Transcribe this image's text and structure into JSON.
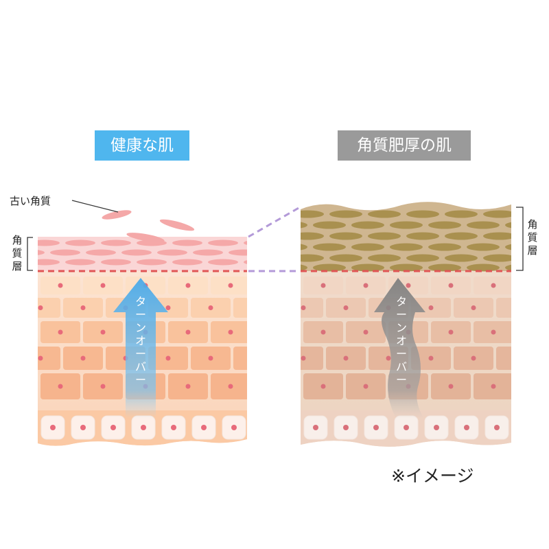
{
  "titles": {
    "left": "健康な肌",
    "right": "角質肥厚の肌"
  },
  "labels": {
    "old_keratin": "古い角質",
    "stratum_corneum": [
      "角",
      "質",
      "層"
    ],
    "turnover": [
      "タ",
      "ー",
      "ン",
      "オ",
      "ー",
      "バ",
      "ー"
    ]
  },
  "note": "※イメージ",
  "colors": {
    "left_badge": "#4fb6ee",
    "right_badge": "#9a9a9a",
    "dashed_boundary": "#e05555",
    "connector": "#b39ad8",
    "left_arrow": "#4aa9e8",
    "right_arrow": "#8c8c8c"
  }
}
